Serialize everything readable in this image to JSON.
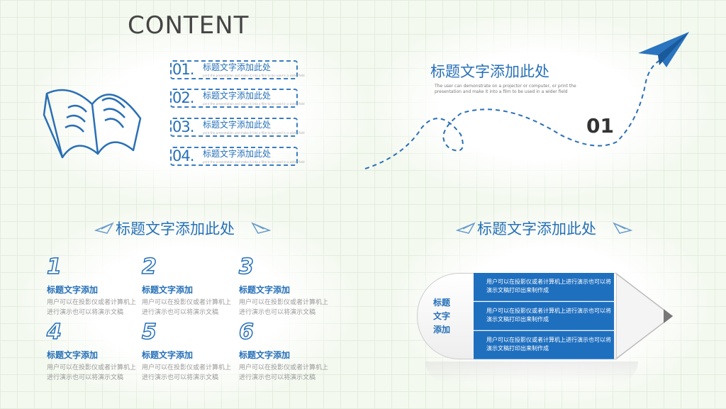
{
  "header": {
    "title": "CONTENT"
  },
  "toc": {
    "items": [
      {
        "num": "01.",
        "title": "标题文字添加此处",
        "sub": "print the presentation and make it into a film to be used in a wider field"
      },
      {
        "num": "02.",
        "title": "标题文字添加此处",
        "sub": "print the presentation and make it into a film to be used in a wider field"
      },
      {
        "num": "03.",
        "title": "标题文字添加此处",
        "sub": "print the presentation and make it into a film to be used in a wider field"
      },
      {
        "num": "04.",
        "title": "标题文字添加此处",
        "sub": "print the presentation and make it into a film to be used in a wider field"
      }
    ]
  },
  "section1": {
    "title": "标题文字添加此处",
    "subtitle": "The user can demonstrate on a projector or computer, or print the presentation and make it into a film to be used in a wider field",
    "number": "01"
  },
  "section2": {
    "title": "标题文字添加此处",
    "features": [
      {
        "num": "1",
        "title": "标题文字添加",
        "desc": "用户可以在投影仪或者计算机上进行演示也可以将演示文稿"
      },
      {
        "num": "2",
        "title": "标题文字添加",
        "desc": "用户可以在投影仪或者计算机上进行演示也可以将演示文稿"
      },
      {
        "num": "3",
        "title": "标题文字添加",
        "desc": "用户可以在投影仪或者计算机上进行演示也可以将演示文稿"
      },
      {
        "num": "4",
        "title": "标题文字添加",
        "desc": "用户可以在投影仪或者计算机上进行演示也可以将演示文稿"
      },
      {
        "num": "5",
        "title": "标题文字添加",
        "desc": "用户可以在投影仪或者计算机上进行演示也可以将演示文稿"
      },
      {
        "num": "6",
        "title": "标题文字添加",
        "desc": "用户可以在投影仪或者计算机上进行演示也可以将演示文稿"
      }
    ]
  },
  "section3": {
    "title": "标题文字添加此处",
    "label": "标题文字添加",
    "rows": [
      "用户可以在投影仪或者计算机上进行演示也可以将演示文稿打印出来制作成",
      "用户可以在投影仪或者计算机上进行演示也可以将演示文稿打印出来制作成",
      "用户可以在投影仪或者计算机上进行演示也可以将演示文稿打印出来制作成"
    ]
  },
  "colors": {
    "accent": "#2670b8",
    "row": "#1f6fbf"
  }
}
